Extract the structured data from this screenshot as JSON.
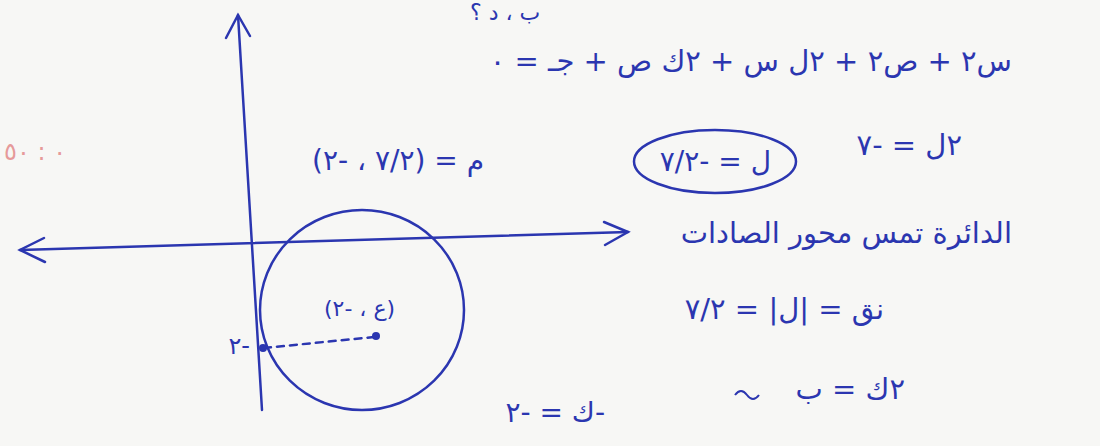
{
  "diagram": {
    "nodes": [
      {
        "text": [
          "(ع ، -٢)"
        ]
      },
      {
        "text": [
          "ل = -٧/٢"
        ]
      }
    ],
    "edges": [],
    "labels": [
      "ب ، د ؟",
      "س٢ + ص٢ + ٢ل س + ٢ك ص + جـ = ٠",
      "٢ل = -٧",
      "م = (٧/٢ ، -٢)",
      "الدائرة تمس محور الصادات",
      "نق = |ل| = ٧/٢",
      "٢ك = ب",
      "-ك = -٢",
      "-٢",
      "٠ : ٥٠"
    ]
  }
}
